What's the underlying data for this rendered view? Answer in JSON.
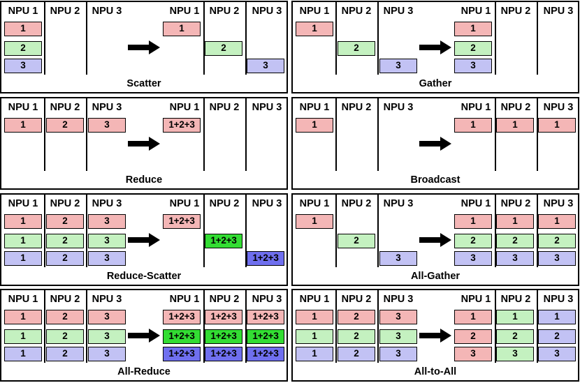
{
  "colors": {
    "red": "#f4b6b6",
    "green": "#c4f1c0",
    "blue": "#c2c2f4",
    "green_strong": "#33dd33",
    "blue_strong": "#6f6fef"
  },
  "icons": {
    "arrow": "right-arrow-icon"
  },
  "headers": [
    "NPU 1",
    "NPU 2",
    "NPU 3",
    "NPU 1",
    "NPU 2",
    "NPU 3"
  ],
  "panels": [
    {
      "id": "scatter",
      "title": "Scatter",
      "cells": [
        {
          "col": 0,
          "row": 0,
          "text": "1",
          "color": "red"
        },
        {
          "col": 0,
          "row": 1,
          "text": "2",
          "color": "green"
        },
        {
          "col": 0,
          "row": 2,
          "text": "3",
          "color": "blue"
        },
        {
          "col": 3,
          "row": 0,
          "text": "1",
          "color": "red"
        },
        {
          "col": 4,
          "row": 1,
          "text": "2",
          "color": "green"
        },
        {
          "col": 5,
          "row": 2,
          "text": "3",
          "color": "blue"
        }
      ]
    },
    {
      "id": "gather",
      "title": "Gather",
      "cells": [
        {
          "col": 0,
          "row": 0,
          "text": "1",
          "color": "red"
        },
        {
          "col": 1,
          "row": 1,
          "text": "2",
          "color": "green"
        },
        {
          "col": 2,
          "row": 2,
          "text": "3",
          "color": "blue"
        },
        {
          "col": 3,
          "row": 0,
          "text": "1",
          "color": "red"
        },
        {
          "col": 3,
          "row": 1,
          "text": "2",
          "color": "green"
        },
        {
          "col": 3,
          "row": 2,
          "text": "3",
          "color": "blue"
        }
      ]
    },
    {
      "id": "reduce",
      "title": "Reduce",
      "cells": [
        {
          "col": 0,
          "row": 0,
          "text": "1",
          "color": "red"
        },
        {
          "col": 1,
          "row": 0,
          "text": "2",
          "color": "red"
        },
        {
          "col": 2,
          "row": 0,
          "text": "3",
          "color": "red"
        },
        {
          "col": 3,
          "row": 0,
          "text": "1+2+3",
          "color": "red"
        }
      ]
    },
    {
      "id": "broadcast",
      "title": "Broadcast",
      "cells": [
        {
          "col": 0,
          "row": 0,
          "text": "1",
          "color": "red"
        },
        {
          "col": 3,
          "row": 0,
          "text": "1",
          "color": "red"
        },
        {
          "col": 4,
          "row": 0,
          "text": "1",
          "color": "red"
        },
        {
          "col": 5,
          "row": 0,
          "text": "1",
          "color": "red"
        }
      ]
    },
    {
      "id": "reduce-scatter",
      "title": "Reduce-Scatter",
      "cells": [
        {
          "col": 0,
          "row": 0,
          "text": "1",
          "color": "red"
        },
        {
          "col": 1,
          "row": 0,
          "text": "2",
          "color": "red"
        },
        {
          "col": 2,
          "row": 0,
          "text": "3",
          "color": "red"
        },
        {
          "col": 0,
          "row": 1,
          "text": "1",
          "color": "green"
        },
        {
          "col": 1,
          "row": 1,
          "text": "2",
          "color": "green"
        },
        {
          "col": 2,
          "row": 1,
          "text": "3",
          "color": "green"
        },
        {
          "col": 0,
          "row": 2,
          "text": "1",
          "color": "blue"
        },
        {
          "col": 1,
          "row": 2,
          "text": "2",
          "color": "blue"
        },
        {
          "col": 2,
          "row": 2,
          "text": "3",
          "color": "blue"
        },
        {
          "col": 3,
          "row": 0,
          "text": "1+2+3",
          "color": "red"
        },
        {
          "col": 4,
          "row": 1,
          "text": "1+2+3",
          "color": "green_strong"
        },
        {
          "col": 5,
          "row": 2,
          "text": "1+2+3",
          "color": "blue_strong"
        }
      ]
    },
    {
      "id": "all-gather",
      "title": "All-Gather",
      "cells": [
        {
          "col": 0,
          "row": 0,
          "text": "1",
          "color": "red"
        },
        {
          "col": 1,
          "row": 1,
          "text": "2",
          "color": "green"
        },
        {
          "col": 2,
          "row": 2,
          "text": "3",
          "color": "blue"
        },
        {
          "col": 3,
          "row": 0,
          "text": "1",
          "color": "red"
        },
        {
          "col": 4,
          "row": 0,
          "text": "1",
          "color": "red"
        },
        {
          "col": 5,
          "row": 0,
          "text": "1",
          "color": "red"
        },
        {
          "col": 3,
          "row": 1,
          "text": "2",
          "color": "green"
        },
        {
          "col": 4,
          "row": 1,
          "text": "2",
          "color": "green"
        },
        {
          "col": 5,
          "row": 1,
          "text": "2",
          "color": "green"
        },
        {
          "col": 3,
          "row": 2,
          "text": "3",
          "color": "blue"
        },
        {
          "col": 4,
          "row": 2,
          "text": "3",
          "color": "blue"
        },
        {
          "col": 5,
          "row": 2,
          "text": "3",
          "color": "blue"
        }
      ]
    },
    {
      "id": "all-reduce",
      "title": "All-Reduce",
      "cells": [
        {
          "col": 0,
          "row": 0,
          "text": "1",
          "color": "red"
        },
        {
          "col": 1,
          "row": 0,
          "text": "2",
          "color": "red"
        },
        {
          "col": 2,
          "row": 0,
          "text": "3",
          "color": "red"
        },
        {
          "col": 0,
          "row": 1,
          "text": "1",
          "color": "green"
        },
        {
          "col": 1,
          "row": 1,
          "text": "2",
          "color": "green"
        },
        {
          "col": 2,
          "row": 1,
          "text": "3",
          "color": "green"
        },
        {
          "col": 0,
          "row": 2,
          "text": "1",
          "color": "blue"
        },
        {
          "col": 1,
          "row": 2,
          "text": "2",
          "color": "blue"
        },
        {
          "col": 2,
          "row": 2,
          "text": "3",
          "color": "blue"
        },
        {
          "col": 3,
          "row": 0,
          "text": "1+2+3",
          "color": "red"
        },
        {
          "col": 4,
          "row": 0,
          "text": "1+2+3",
          "color": "red"
        },
        {
          "col": 5,
          "row": 0,
          "text": "1+2+3",
          "color": "red"
        },
        {
          "col": 3,
          "row": 1,
          "text": "1+2+3",
          "color": "green_strong"
        },
        {
          "col": 4,
          "row": 1,
          "text": "1+2+3",
          "color": "green_strong"
        },
        {
          "col": 5,
          "row": 1,
          "text": "1+2+3",
          "color": "green_strong"
        },
        {
          "col": 3,
          "row": 2,
          "text": "1+2+3",
          "color": "blue_strong"
        },
        {
          "col": 4,
          "row": 2,
          "text": "1+2+3",
          "color": "blue_strong"
        },
        {
          "col": 5,
          "row": 2,
          "text": "1+2+3",
          "color": "blue_strong"
        }
      ]
    },
    {
      "id": "all-to-all",
      "title": "All-to-All",
      "cells": [
        {
          "col": 0,
          "row": 0,
          "text": "1",
          "color": "red"
        },
        {
          "col": 1,
          "row": 0,
          "text": "2",
          "color": "red"
        },
        {
          "col": 2,
          "row": 0,
          "text": "3",
          "color": "red"
        },
        {
          "col": 0,
          "row": 1,
          "text": "1",
          "color": "green"
        },
        {
          "col": 1,
          "row": 1,
          "text": "2",
          "color": "green"
        },
        {
          "col": 2,
          "row": 1,
          "text": "3",
          "color": "green"
        },
        {
          "col": 0,
          "row": 2,
          "text": "1",
          "color": "blue"
        },
        {
          "col": 1,
          "row": 2,
          "text": "2",
          "color": "blue"
        },
        {
          "col": 2,
          "row": 2,
          "text": "3",
          "color": "blue"
        },
        {
          "col": 3,
          "row": 0,
          "text": "1",
          "color": "red"
        },
        {
          "col": 3,
          "row": 1,
          "text": "2",
          "color": "red"
        },
        {
          "col": 3,
          "row": 2,
          "text": "3",
          "color": "red"
        },
        {
          "col": 4,
          "row": 0,
          "text": "1",
          "color": "green"
        },
        {
          "col": 4,
          "row": 1,
          "text": "2",
          "color": "green"
        },
        {
          "col": 4,
          "row": 2,
          "text": "3",
          "color": "green"
        },
        {
          "col": 5,
          "row": 0,
          "text": "1",
          "color": "blue"
        },
        {
          "col": 5,
          "row": 1,
          "text": "2",
          "color": "blue"
        },
        {
          "col": 5,
          "row": 2,
          "text": "3",
          "color": "blue"
        }
      ]
    }
  ]
}
